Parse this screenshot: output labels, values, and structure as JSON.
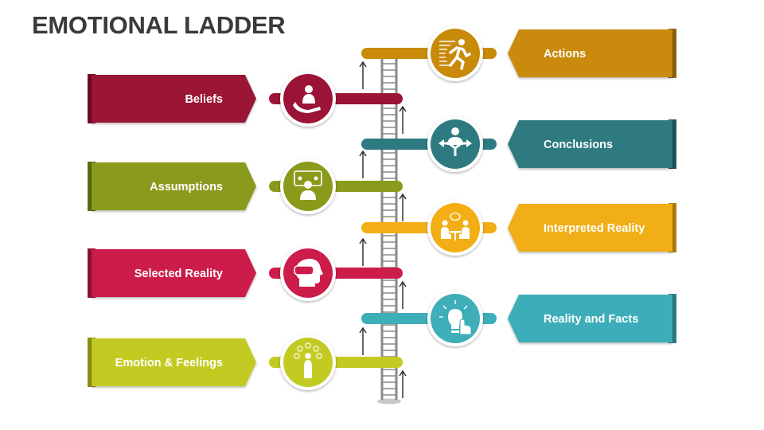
{
  "title": "EMOTIONAL LADDER",
  "left_steps": [
    {
      "label": "Beliefs",
      "color": "#9b1336",
      "dark": "#6e0c25",
      "icon": "hand-holding-person-icon"
    },
    {
      "label": "Assumptions",
      "color": "#8a9a1a",
      "dark": "#5f6b10",
      "icon": "person-thinking-question-icon"
    },
    {
      "label": "Selected Reality",
      "color": "#cc1c4a",
      "dark": "#8f1233",
      "icon": "vr-headset-head-icon"
    },
    {
      "label": "Emotion & Feelings",
      "color": "#c3cb22",
      "dark": "#8a9016",
      "icon": "person-with-emotions-icon"
    }
  ],
  "right_steps": [
    {
      "label": "Actions",
      "color": "#c98a0a",
      "dark": "#8f6207",
      "icon": "running-person-icon"
    },
    {
      "label": "Conclusions",
      "color": "#2d7a80",
      "dark": "#1e5459",
      "icon": "person-decision-arrows-icon"
    },
    {
      "label": "Interpreted Reality",
      "color": "#f2ae14",
      "dark": "#b07d0c",
      "icon": "people-talking-table-icon"
    },
    {
      "label": "Reality and Facts",
      "color": "#3eaeb9",
      "dark": "#2b7c84",
      "icon": "lightbulb-hand-icon"
    }
  ]
}
